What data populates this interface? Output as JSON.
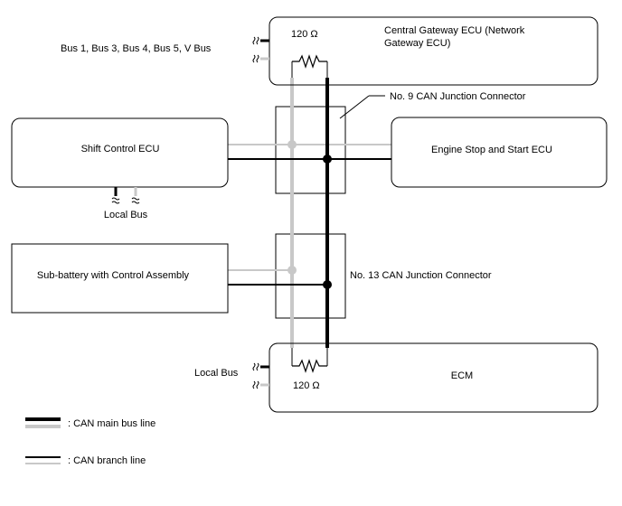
{
  "ecus": {
    "gateway": {
      "line1": "Central Gateway ECU (Network",
      "line2": "Gateway ECU)"
    },
    "shift": "Shift Control ECU",
    "engine_stop": "Engine Stop and Start ECU",
    "sub_battery": "Sub-battery with Control Assembly",
    "ecm": "ECM"
  },
  "labels": {
    "bus_list": "Bus 1, Bus 3, Bus 4, Bus 5, V Bus",
    "resistor_top": "120 Ω",
    "resistor_bottom": "120 Ω",
    "junction_9": "No. 9 CAN Junction Connector",
    "junction_13": "No. 13 CAN Junction Connector",
    "local_bus_shift": "Local Bus",
    "local_bus_ecm": "Local Bus"
  },
  "legend": {
    "main_bus": ": CAN main bus line",
    "branch": ": CAN branch line"
  },
  "colors": {
    "high_line": "#000000",
    "low_line": "#c8c8c8",
    "box_stroke": "#000000"
  }
}
